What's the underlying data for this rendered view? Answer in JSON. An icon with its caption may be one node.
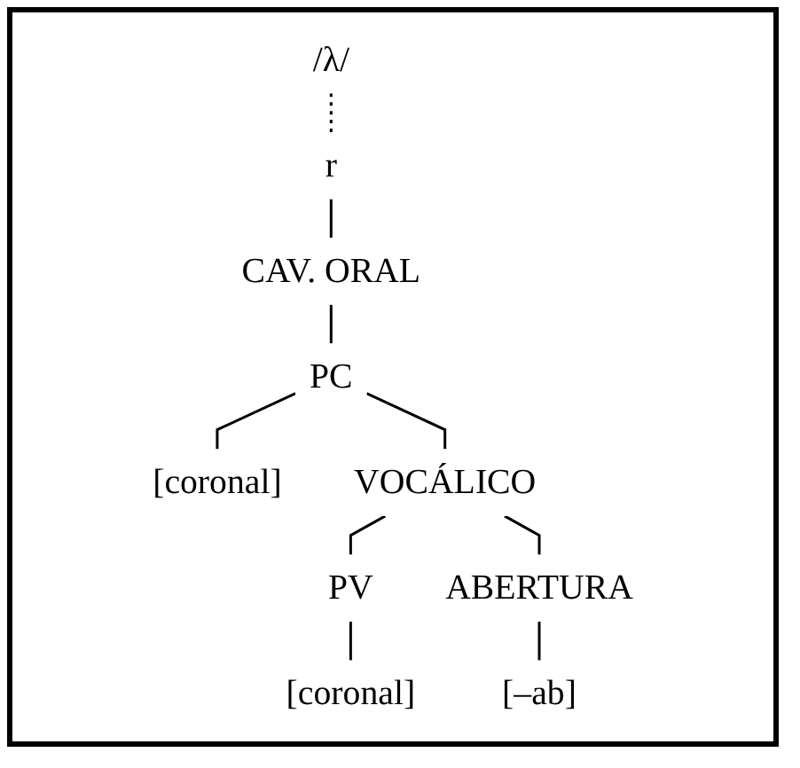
{
  "diagram": {
    "nodes": [
      {
        "text": [
          "/λ/"
        ]
      },
      {
        "text": [
          "r"
        ]
      },
      {
        "text": [
          "CAV. ORAL"
        ]
      },
      {
        "text": [
          "PC"
        ]
      },
      {
        "text": [
          "[coronal]"
        ]
      },
      {
        "text": [
          "VOCÁLICO"
        ]
      },
      {
        "text": [
          "PV"
        ]
      },
      {
        "text": [
          "ABERTURA"
        ]
      },
      {
        "text": [
          "[coronal]"
        ]
      },
      {
        "text": [
          "[–ab]"
        ]
      }
    ],
    "edges": [
      {
        "from": 0,
        "to": 1,
        "arrow": "none",
        "style": "dashed"
      },
      {
        "from": 1,
        "to": 2,
        "arrow": "none"
      },
      {
        "from": 2,
        "to": 3,
        "arrow": "none"
      },
      {
        "from": 3,
        "to": 4,
        "arrow": "none"
      },
      {
        "from": 3,
        "to": 5,
        "arrow": "none"
      },
      {
        "from": 5,
        "to": 6,
        "arrow": "none"
      },
      {
        "from": 5,
        "to": 7,
        "arrow": "none"
      },
      {
        "from": 6,
        "to": 8,
        "arrow": "none"
      },
      {
        "from": 7,
        "to": 9,
        "arrow": "none"
      }
    ]
  }
}
